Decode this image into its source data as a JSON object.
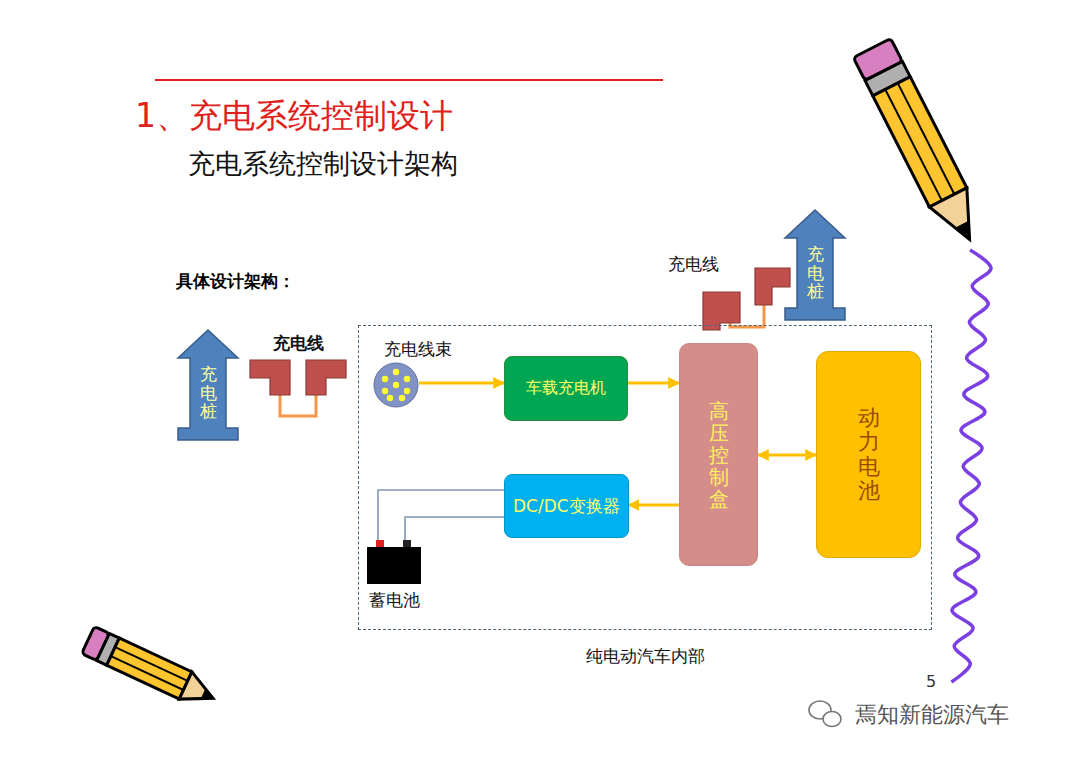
{
  "diagram": {
    "title": "1、充电系统控制设计",
    "nodes": [
      {
        "text": [
          "充电线"
        ]
      },
      {
        "text": [
          "充电桩"
        ]
      },
      {
        "text": [
          "充电桩"
        ]
      },
      {
        "text": [
          "充电线"
        ]
      },
      {
        "text": [
          "纯电动汽车内部"
        ]
      },
      {
        "text": [
          "充电线束"
        ],
        "in": 4
      },
      {
        "text": [
          "车载充电机"
        ],
        "in": 4
      },
      {
        "text": [
          "高压控制盒"
        ],
        "in": 4
      },
      {
        "text": [
          "动力电池"
        ],
        "in": 4
      },
      {
        "text": [
          "DC/DC变换器"
        ],
        "in": 4
      },
      {
        "text": [
          "蓄电池"
        ],
        "in": 4
      }
    ],
    "edges": [
      {
        "from": 5,
        "to": 6,
        "arrow": "to"
      },
      {
        "from": 6,
        "to": 7,
        "arrow": "to"
      },
      {
        "from": 7,
        "to": 8,
        "arrow": "both"
      },
      {
        "from": 7,
        "to": 9,
        "arrow": "to"
      },
      {
        "from": 9,
        "to": 10,
        "arrow": "none"
      },
      {
        "from": 9,
        "to": 10,
        "arrow": "none"
      }
    ],
    "labels": [
      "充电系统控制设计架构",
      "具体设计架构：",
      "5",
      "焉知新能源汽车"
    ]
  }
}
